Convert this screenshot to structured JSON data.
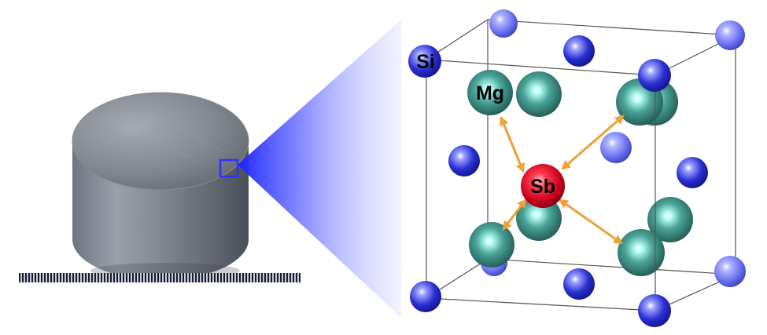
{
  "labels": {
    "si": "Si",
    "mg": "Mg",
    "sb": "Sb"
  },
  "colors": {
    "si": "#2a2fd0",
    "si_light": "#6b72f0",
    "mg": "#2f7f75",
    "mg_light": "#9ff3ea",
    "sb": "#c8001c",
    "sb_light": "#ff6e7d",
    "bond": "#f0a035",
    "edge": "#555555",
    "zoom": "#2c33ff",
    "label_dark": "#000000"
  },
  "icons": [
    "sample-pellet",
    "ruler-scale",
    "zoom-highlight-box",
    "crystal-structure"
  ]
}
